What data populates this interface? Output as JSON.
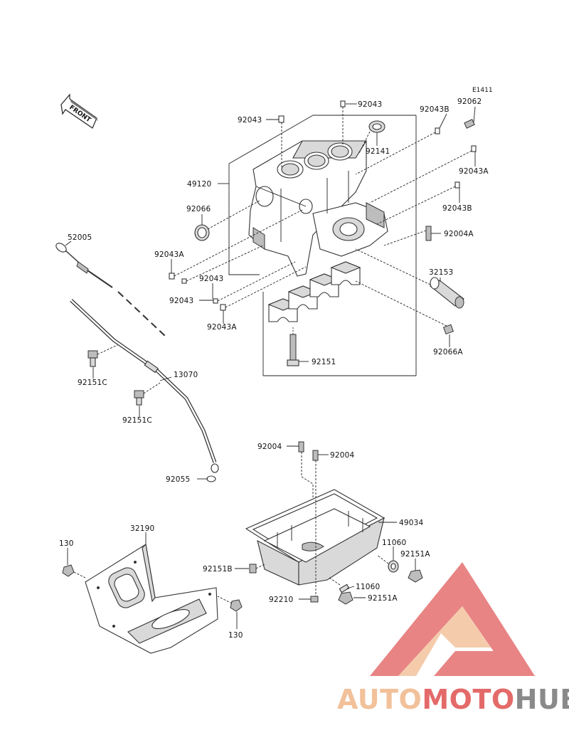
{
  "diagram": {
    "code": "E1411",
    "front_label": "FRONT",
    "callouts": {
      "c92043_top": "92043",
      "c92043_left": "92043",
      "c92043B_top": "92043B",
      "c92062": "92062",
      "c92141": "92141",
      "c92043A_right": "92043A",
      "c49120": "49120",
      "c92066": "92066",
      "c92043B_mid": "92043B",
      "c92004A": "92004A",
      "c92043A_left": "92043A",
      "c92043_mid": "92043",
      "c92043_low": "92043",
      "c92043A_low": "92043A",
      "c32153": "32153",
      "c92066A": "92066A",
      "c92151": "92151",
      "c52005": "52005",
      "c92151C_a": "92151C",
      "c13070": "13070",
      "c92151C_b": "92151C",
      "c92055": "92055",
      "c92004_left": "92004",
      "c92004_right": "92004",
      "c49034": "49034",
      "c11060_a": "11060",
      "c92151A_a": "92151A",
      "c92151B": "92151B",
      "c11060_b": "11060",
      "c92210": "92210",
      "c92151A_b": "92151A",
      "c32190": "32190",
      "c130_a": "130",
      "c130_b": "130"
    }
  },
  "watermark": {
    "part1": "AUTO",
    "part2": "MOTO",
    "part3": "HUB",
    "color_light": "#f2c19a",
    "color_red": "#e46a6a",
    "color_gray": "#8a8a8a"
  }
}
